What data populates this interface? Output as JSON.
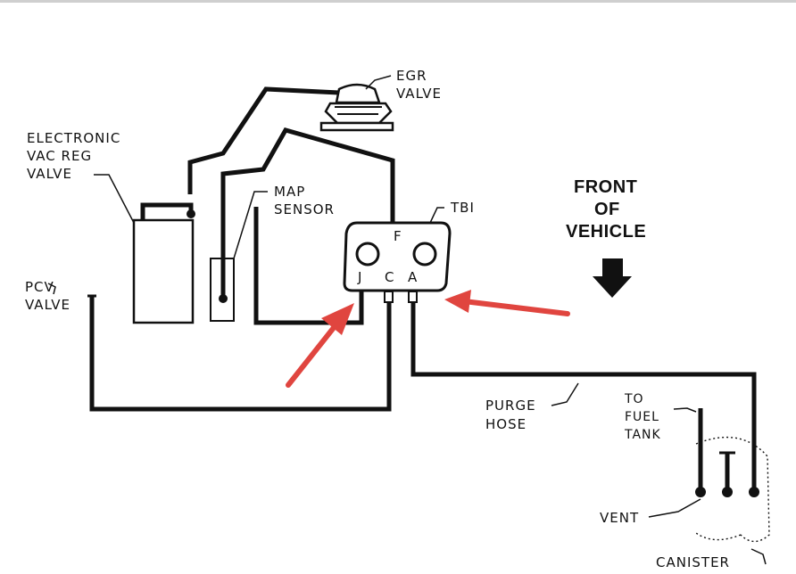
{
  "labels": {
    "egr": [
      "EGR",
      "VALVE"
    ],
    "evrv": [
      "ELECTRONIC",
      "VAC REG",
      "VALVE"
    ],
    "map": [
      "MAP",
      "SENSOR"
    ],
    "tbi": "TBI",
    "front": [
      "FRONT",
      "OF",
      "VEHICLE"
    ],
    "pcv": [
      "PCV",
      "VALVE"
    ],
    "purge": [
      "PURGE",
      "HOSE"
    ],
    "fuel_tank": [
      "TO",
      "FUEL",
      "TANK"
    ],
    "vent": "VENT",
    "canister": "CANISTER",
    "ports": {
      "f": "F",
      "j": "J",
      "c": "C",
      "a": "A"
    }
  },
  "colors": {
    "line": "#111111",
    "annotation_arrow": "#e0453f",
    "background": "#ffffff"
  }
}
